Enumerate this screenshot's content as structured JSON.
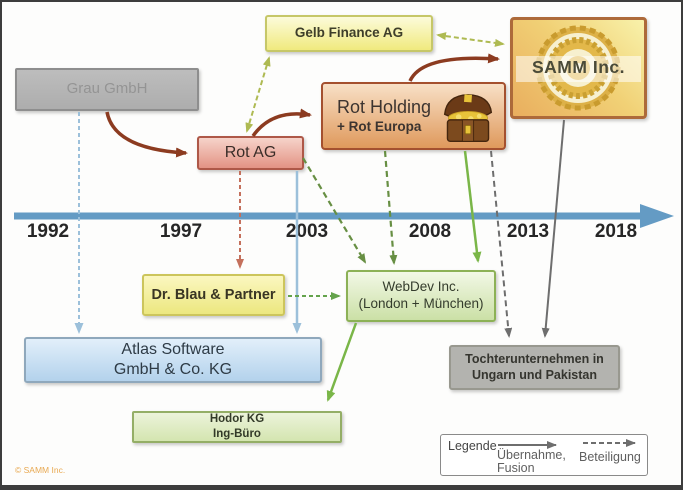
{
  "page": {
    "copyright": "© SAMM Inc."
  },
  "colors": {
    "timeline_blue": "#649bc4",
    "acquisition_arrow_brown": "#8c3b20",
    "participation_gray": "#6e6e6e",
    "brand_orange": "#e8a952",
    "samm_gold": "#e0b342"
  },
  "timeline": {
    "years": [
      "1992",
      "1997",
      "2003",
      "2008",
      "2013",
      "2018"
    ]
  },
  "nodes": {
    "grau": {
      "label": "Grau GmbH"
    },
    "gelb": {
      "label": "Gelb Finance AG"
    },
    "samm": {
      "label": "SAMM Inc."
    },
    "rot_holding": {
      "line1": "Rot Holding",
      "line2": "+ Rot Europa"
    },
    "rot_ag": {
      "label": "Rot AG"
    },
    "dr_blau": {
      "label": "Dr. Blau & Partner"
    },
    "webdev": {
      "line1": "WebDev Inc.",
      "line2": "(London + München)"
    },
    "atlas": {
      "line1": "Atlas Software",
      "line2": "GmbH & Co. KG"
    },
    "hodor": {
      "line1": "Hodor KG",
      "line2": "Ing-Büro"
    },
    "tochter": {
      "line1": "Tochterunternehmen in",
      "line2": "Ungarn und Pakistan"
    }
  },
  "legend": {
    "title": "Legende",
    "solid_label_line1": "Übernahme,",
    "solid_label_line2": "Fusion",
    "dashed_label": "Beteiligung"
  }
}
